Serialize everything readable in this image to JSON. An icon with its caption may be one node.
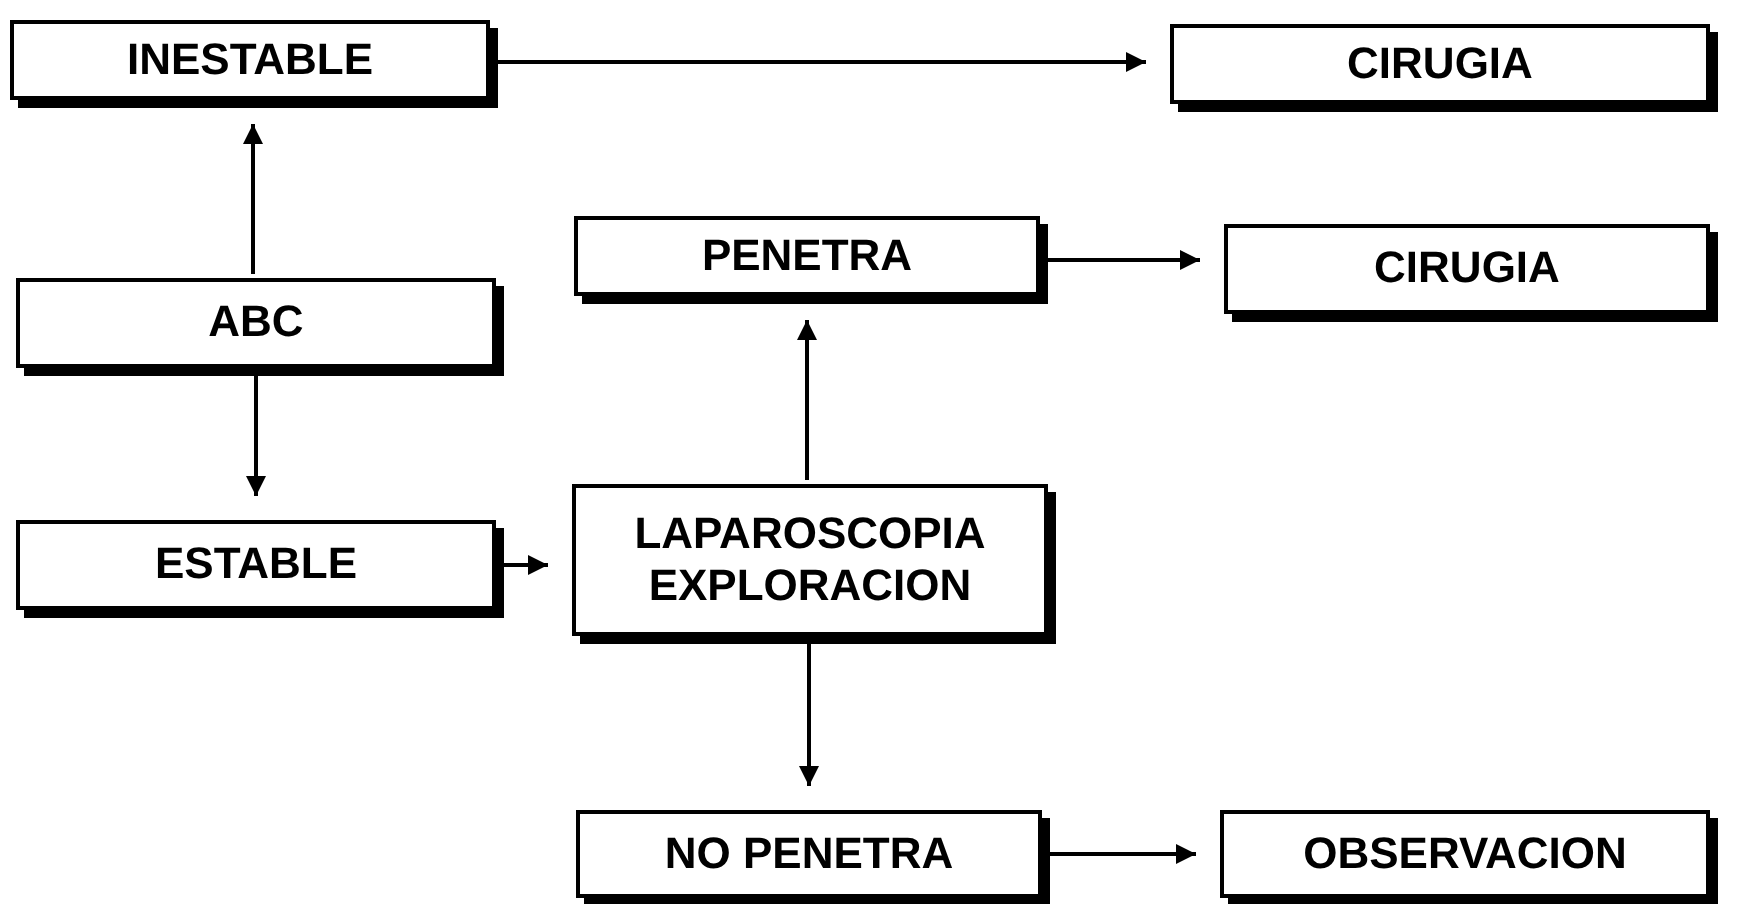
{
  "diagram": {
    "nodes": [
      {
        "text": [
          "INESTABLE"
        ]
      },
      {
        "text": [
          "CIRUGIA"
        ]
      },
      {
        "text": [
          "PENETRA"
        ]
      },
      {
        "text": [
          "CIRUGIA"
        ]
      },
      {
        "text": [
          "ABC"
        ]
      },
      {
        "text": [
          "ESTABLE"
        ]
      },
      {
        "text": [
          "LAPAROSCOPIA EXPLORACION"
        ]
      },
      {
        "text": [
          "NO PENETRA"
        ]
      },
      {
        "text": [
          "OBSERVACION"
        ]
      }
    ],
    "edges": [
      {
        "from": 4,
        "to": 0,
        "arrow": "to"
      },
      {
        "from": 0,
        "to": 1,
        "arrow": "to"
      },
      {
        "from": 4,
        "to": 5,
        "arrow": "to"
      },
      {
        "from": 5,
        "to": 6,
        "arrow": "to"
      },
      {
        "from": 6,
        "to": 2,
        "arrow": "to"
      },
      {
        "from": 2,
        "to": 3,
        "arrow": "to"
      },
      {
        "from": 6,
        "to": 7,
        "arrow": "to"
      },
      {
        "from": 7,
        "to": 8,
        "arrow": "to"
      }
    ]
  }
}
